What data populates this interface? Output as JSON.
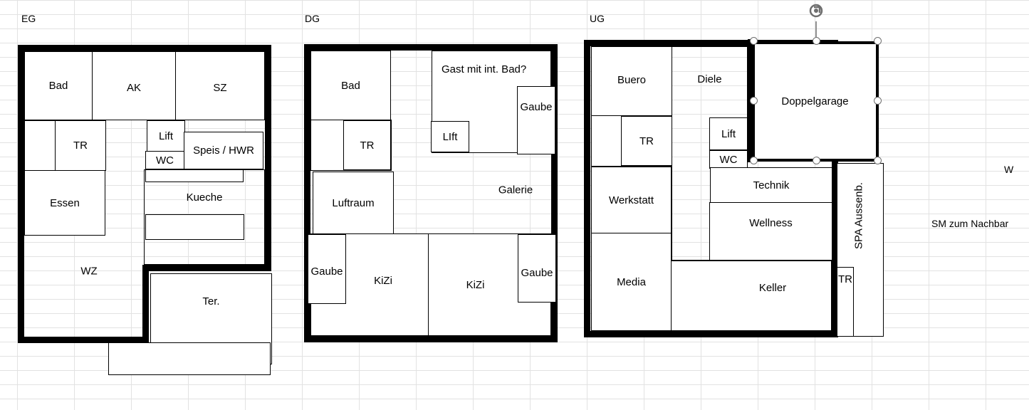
{
  "floors": {
    "eg": {
      "title": "EG",
      "rooms": {
        "bad": "Bad",
        "ak": "AK",
        "sz": "SZ",
        "tr": "TR",
        "lift": "Lift",
        "wc": "WC",
        "speis": "Speis / HWR",
        "essen": "Essen",
        "kueche": "Kueche",
        "wz": "WZ",
        "ter": "Ter."
      }
    },
    "dg": {
      "title": "DG",
      "rooms": {
        "bad": "Bad",
        "gast": "Gast mit int. Bad?",
        "gaube_top": "Gaube",
        "tr": "TR",
        "lift": "LIft",
        "luftraum": "Luftraum",
        "galerie": "Galerie",
        "gaube_left": "Gaube",
        "kizi_1": "KiZi",
        "kizi_2": "KiZi",
        "gaube_right": "Gaube"
      }
    },
    "ug": {
      "title": "UG",
      "rooms": {
        "buero": "Buero",
        "diele": "Diele",
        "doppelgarage": "Doppelgarage",
        "tr": "TR",
        "lift": "Lift",
        "wc": "WC",
        "werkstatt": "Werkstatt",
        "technik": "Technik",
        "wellness": "Wellness",
        "spa": "SPA Aussenb.",
        "media": "Media",
        "keller": "Keller",
        "tr_small": "TR"
      }
    }
  },
  "notes": {
    "w": "W",
    "neighbor": "SM zum Nachbar"
  }
}
